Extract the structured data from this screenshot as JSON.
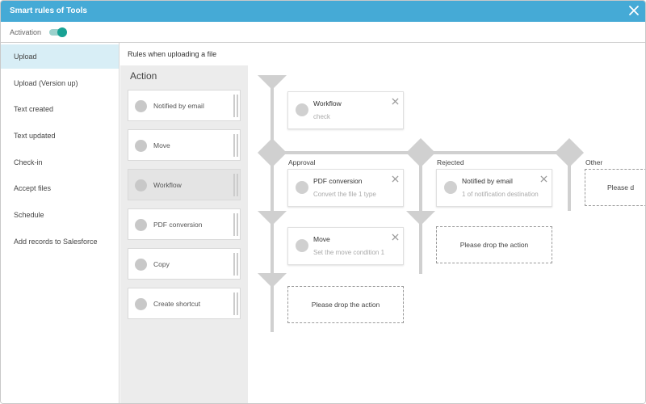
{
  "window": {
    "title": "Smart rules of Tools"
  },
  "activation": {
    "label": "Activation",
    "enabled": true
  },
  "sidebar": {
    "items": [
      {
        "label": "Upload",
        "active": true
      },
      {
        "label": "Upload (Version up)"
      },
      {
        "label": "Text created"
      },
      {
        "label": "Text updated"
      },
      {
        "label": "Check-in"
      },
      {
        "label": "Accept files"
      },
      {
        "label": "Schedule"
      },
      {
        "label": "Add records to Salesforce"
      }
    ]
  },
  "main": {
    "subtitle": "Rules when uploading a file",
    "palette": {
      "heading": "Action",
      "items": [
        {
          "label": "Notified by email",
          "icon": "mail-icon"
        },
        {
          "label": "Move",
          "icon": "move-icon"
        },
        {
          "label": "Workflow",
          "icon": "workflow-icon",
          "disabled": true
        },
        {
          "label": "PDF conversion",
          "icon": "pdf-icon"
        },
        {
          "label": "Copy",
          "icon": "copy-icon"
        },
        {
          "label": "Create shortcut",
          "icon": "shortcut-icon"
        }
      ]
    },
    "flow": {
      "workflow_card": {
        "title": "Workflow",
        "sub": "check"
      },
      "branches": {
        "approval": "Approval",
        "rejected": "Rejected",
        "other": "Other"
      },
      "pdf_card": {
        "title": "PDF conversion",
        "sub": "Convert the file 1 type"
      },
      "email_card": {
        "title": "Notified by email",
        "sub": "1 of notification destination"
      },
      "move_card": {
        "title": "Move",
        "sub": "Set the move condition 1"
      },
      "drop_text": "Please drop the action",
      "drop_text_clipped": "Please d"
    }
  },
  "colors": {
    "titlebar": "#45aad6",
    "toggle": "#18a294",
    "flowline": "#d0d0d0",
    "active_nav": "#d8eef6"
  }
}
